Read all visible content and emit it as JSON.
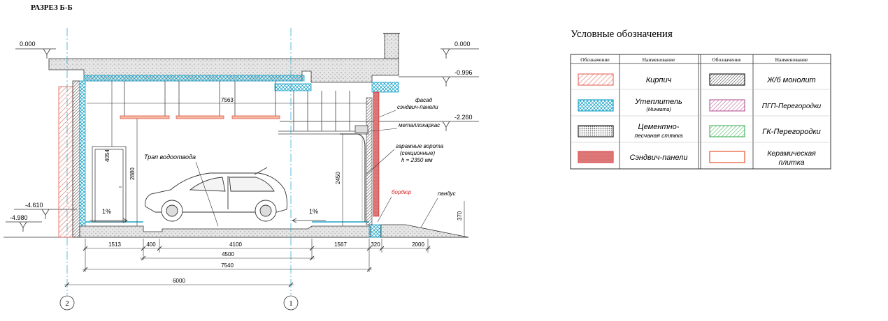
{
  "section_title": "РАЗРЕЗ Б-Б",
  "levels": {
    "top_left": "0.000",
    "top_right": "0.000",
    "mid1": "-0.996",
    "mid2": "-2.260",
    "floor": "-4.610",
    "ground": "-4.980"
  },
  "inner_dims": {
    "ceiling_span": "7563",
    "door_height": "4054",
    "room_height": "2880",
    "gate_height": "2450",
    "threshold": "370"
  },
  "slopes": {
    "left": "1%",
    "right": "1%"
  },
  "annotations": {
    "drain": "Трап водоотвода",
    "facade_line1": "фасад",
    "facade_line2": "сэндвич-панели",
    "metal_frame": "металлокаркас",
    "gate_line1": "гаражные ворота",
    "gate_line2": "(секционные)",
    "gate_line3": "h = 2350 мм",
    "border": "бордюр",
    "ramp": "пандус"
  },
  "dims_row1": [
    "1513",
    "400",
    "4100",
    "1567",
    "320",
    "2000"
  ],
  "dims_row2": "4500",
  "dims_row3": "7540",
  "dims_row4": "6000",
  "axes": {
    "left": "2",
    "right": "1"
  },
  "legend": {
    "title": "Условные обозначения",
    "headers": [
      "Обозначение",
      "Наименование",
      "Обозначение",
      "Наименование"
    ],
    "rows": [
      {
        "left": {
          "name": "Кирпич",
          "sub": "",
          "color": "#e05a4a",
          "pattern": "diag"
        },
        "right": {
          "name": "Ж/б монолит",
          "sub": "",
          "color": "#222222",
          "pattern": "diag-dense"
        }
      },
      {
        "left": {
          "name": "Утеплитель",
          "sub": "(Минвата)",
          "color": "#1aa3c8",
          "pattern": "cross"
        },
        "right": {
          "name": "ПГП-Перегородки",
          "sub": "",
          "color": "#b0478a",
          "pattern": "diag"
        }
      },
      {
        "left": {
          "name": "Цементно-",
          "sub": "песчаная стяжка",
          "color": "#222222",
          "pattern": "dots"
        },
        "right": {
          "name": "ГК-Перегородки",
          "sub": "",
          "color": "#2da84a",
          "pattern": "diag"
        }
      },
      {
        "left": {
          "name": "Сэндвич-панели",
          "sub": "",
          "color": "#d42a2a",
          "pattern": "dense"
        },
        "right": {
          "name": "Керамическая",
          "sub": "плитка",
          "color": "#e8552e",
          "pattern": "none"
        }
      }
    ]
  }
}
